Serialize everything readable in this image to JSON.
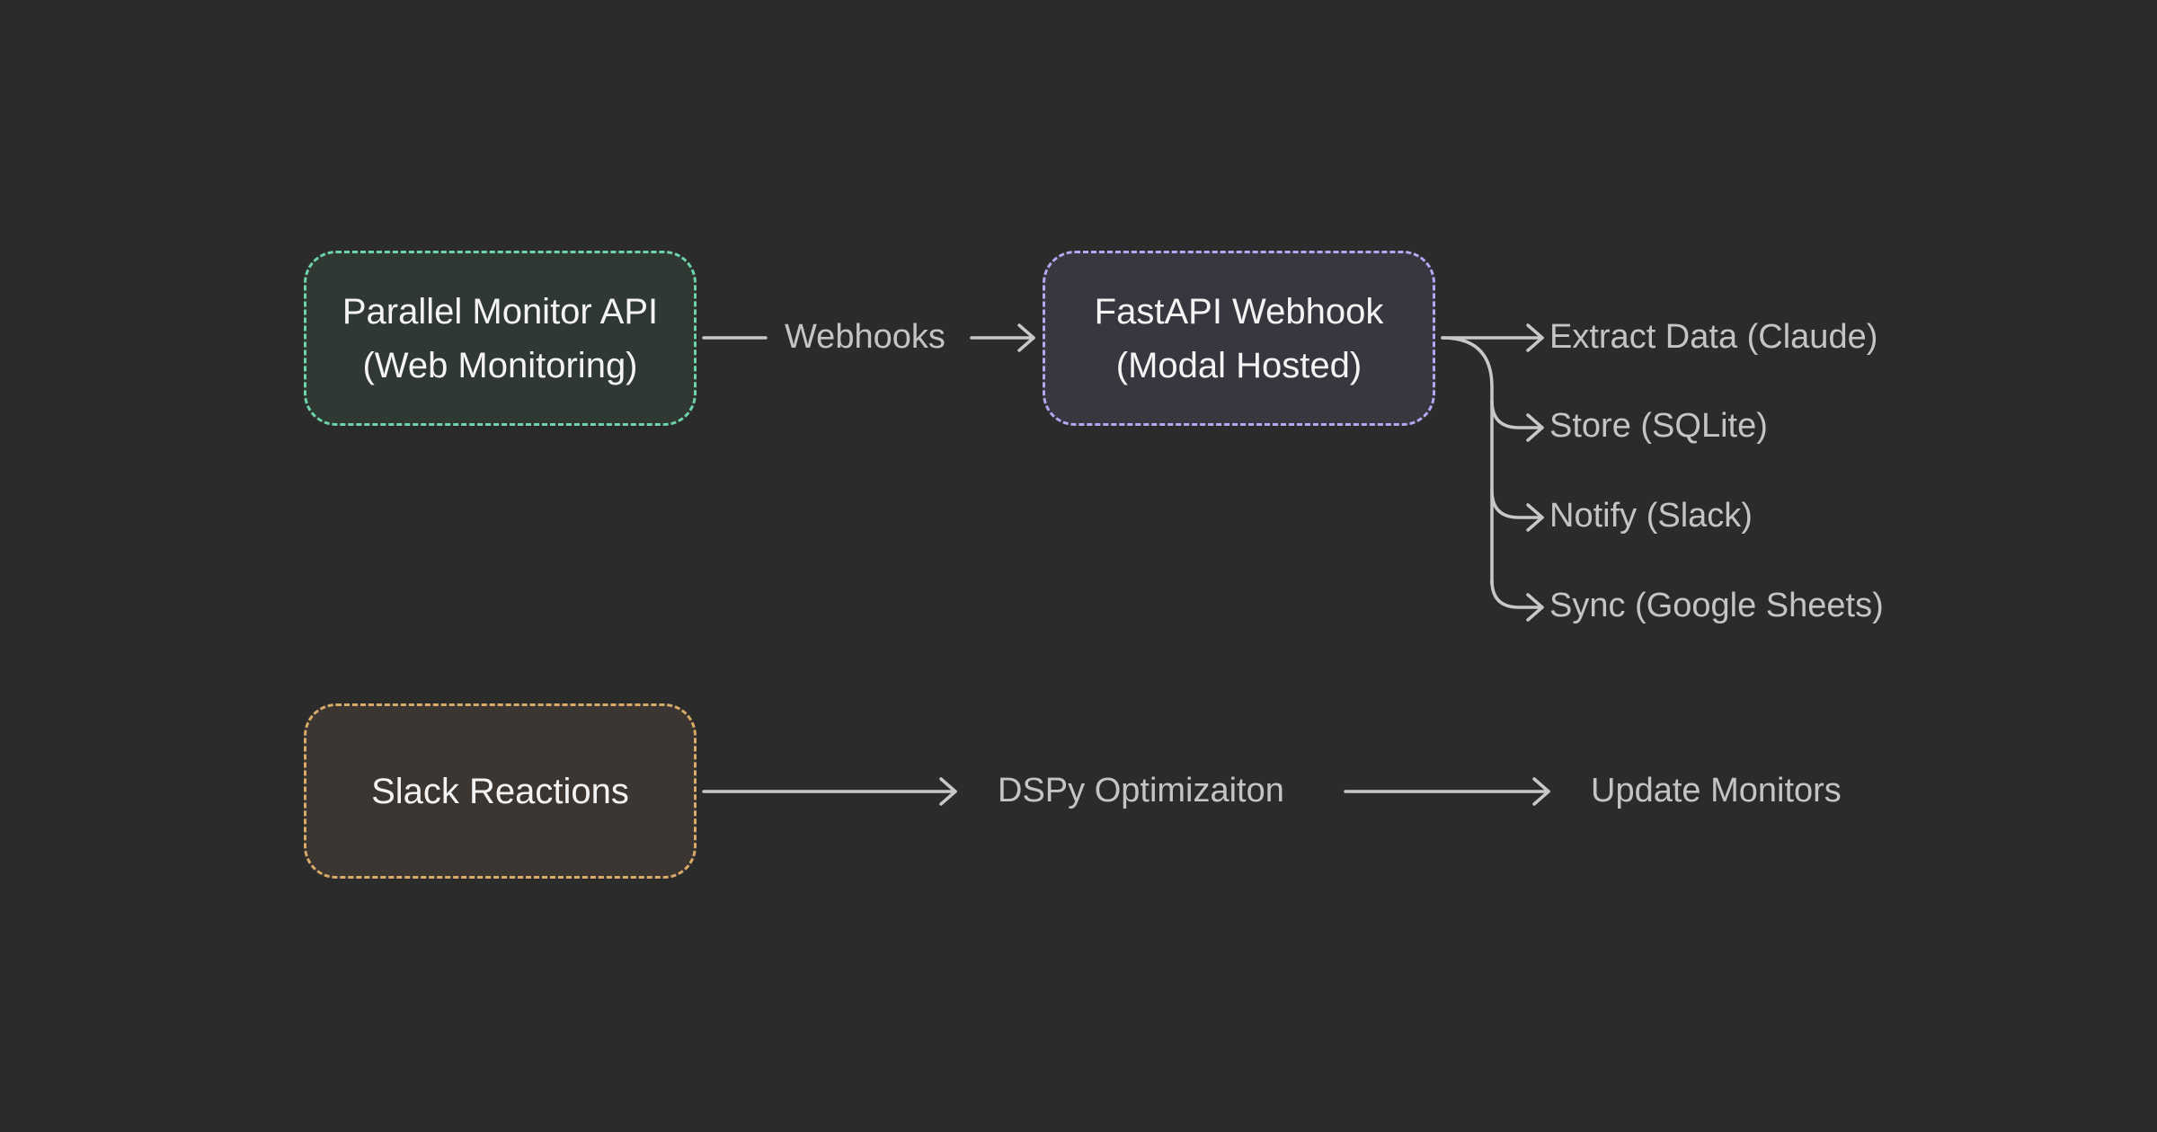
{
  "diagram": {
    "nodes": {
      "monitor": {
        "line1": "Parallel Monitor API",
        "line2": "(Web Monitoring)",
        "border_color": "#6fd3ac"
      },
      "webhook": {
        "line1": "FastAPI Webhook",
        "line2": "(Modal Hosted)",
        "border_color": "#b4a8f2"
      },
      "slack": {
        "line1": "Slack Reactions",
        "border_color": "#d9aa68"
      }
    },
    "labels": {
      "webhooks": "Webhooks",
      "extract": "Extract Data (Claude)",
      "store": "Store (SQLite)",
      "notify": "Notify (Slack)",
      "sync": "Sync (Google Sheets)",
      "dspy": "DSPy Optimizaiton",
      "update": "Update Monitors"
    }
  }
}
